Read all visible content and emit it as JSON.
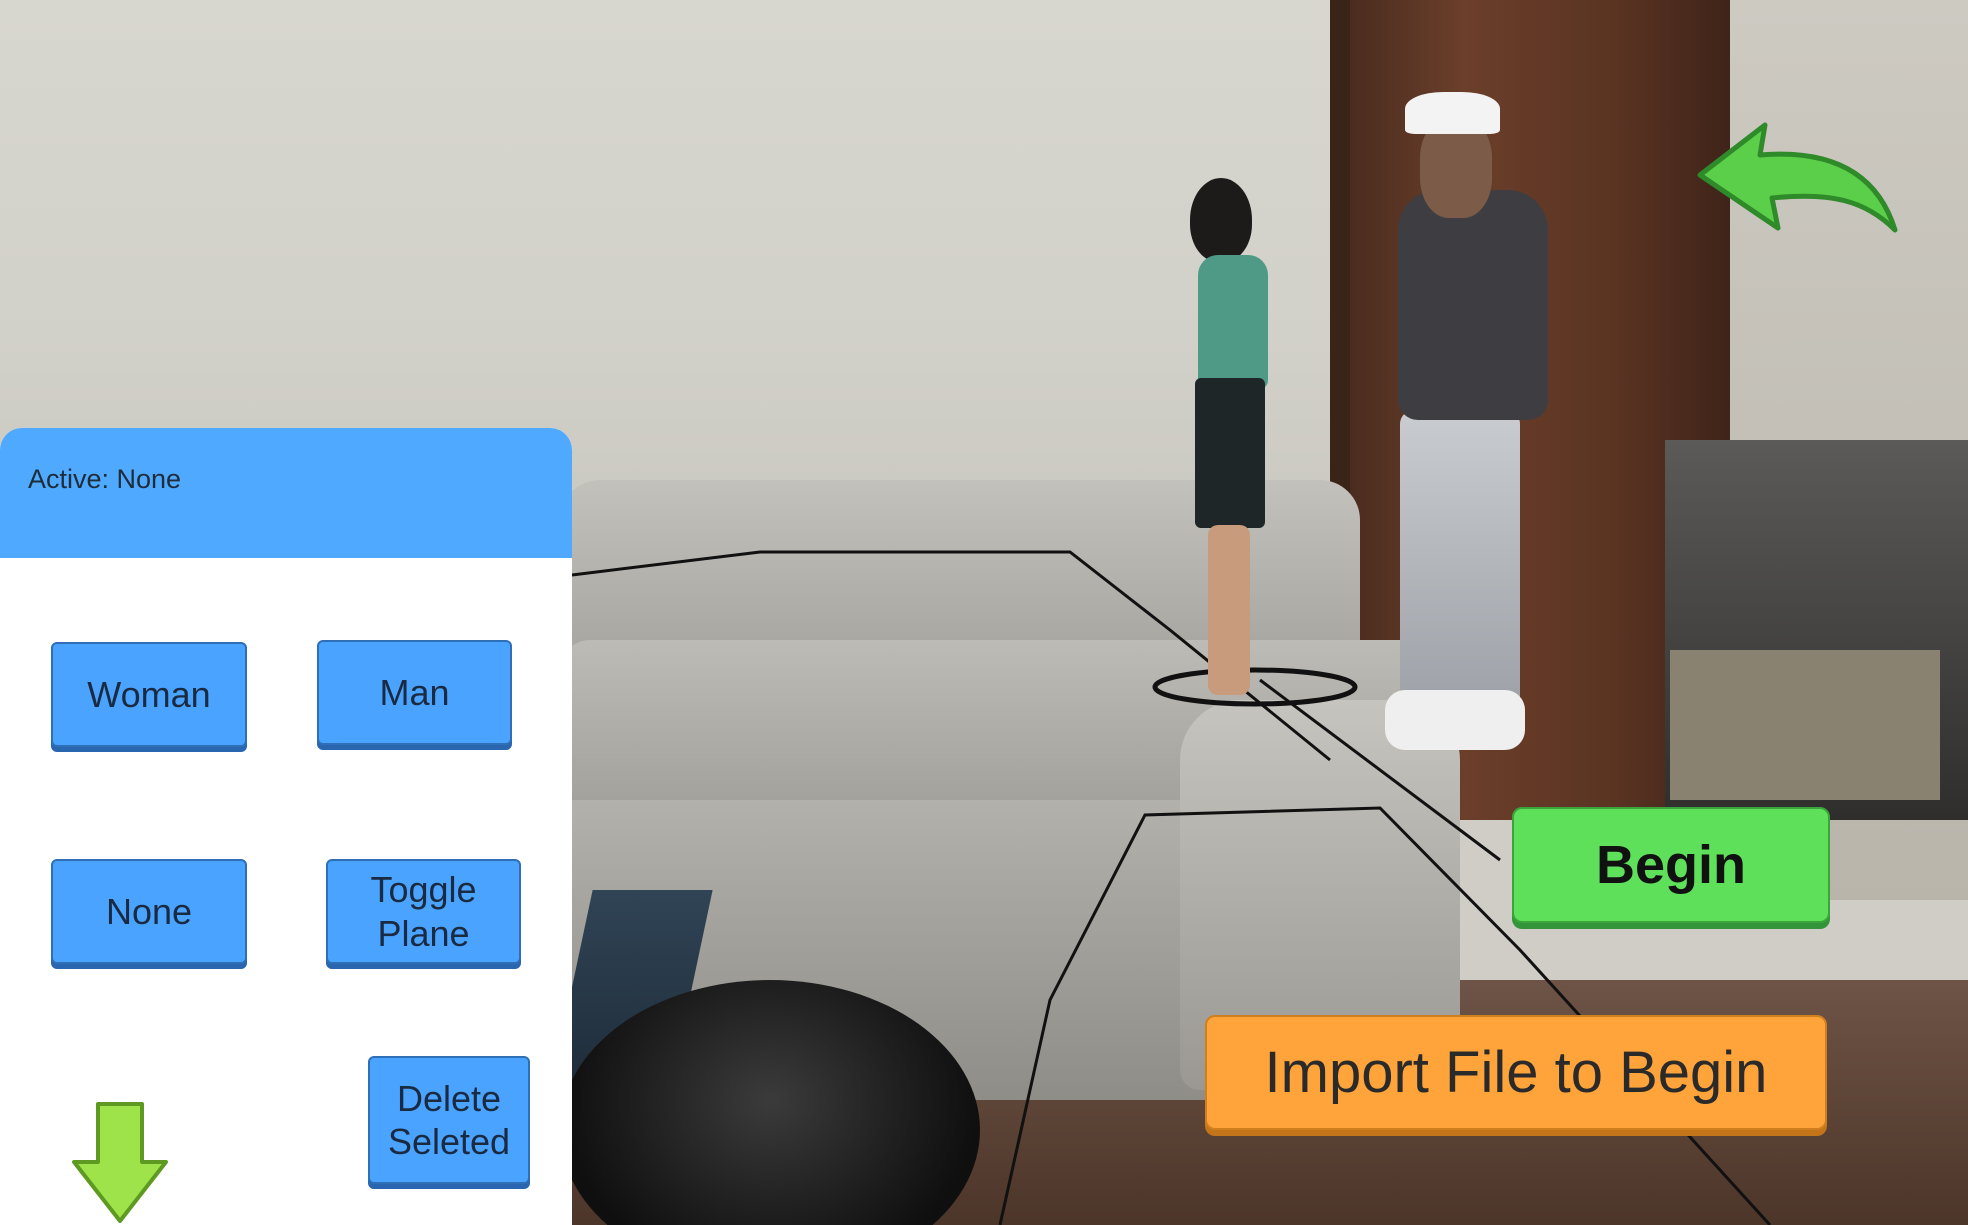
{
  "panel": {
    "active_label": "Active: None",
    "buttons": {
      "woman": "Woman",
      "man": "Man",
      "none": "None",
      "toggle_plane_line1": "Toggle",
      "toggle_plane_line2": "Plane",
      "delete_line1": "Delete",
      "delete_line2": "Seleted"
    },
    "header_color": "#4ea9ff",
    "button_color": "#4aa3ff"
  },
  "actions": {
    "begin": "Begin",
    "import": "Import File to Begin"
  },
  "icons": {
    "back": "curved-back-arrow-icon",
    "collapse": "down-arrow-icon"
  },
  "colors": {
    "begin": "#5ee05a",
    "import": "#ffa43a",
    "back_arrow": "#5ccf4a",
    "down_arrow": "#9fe34a"
  }
}
